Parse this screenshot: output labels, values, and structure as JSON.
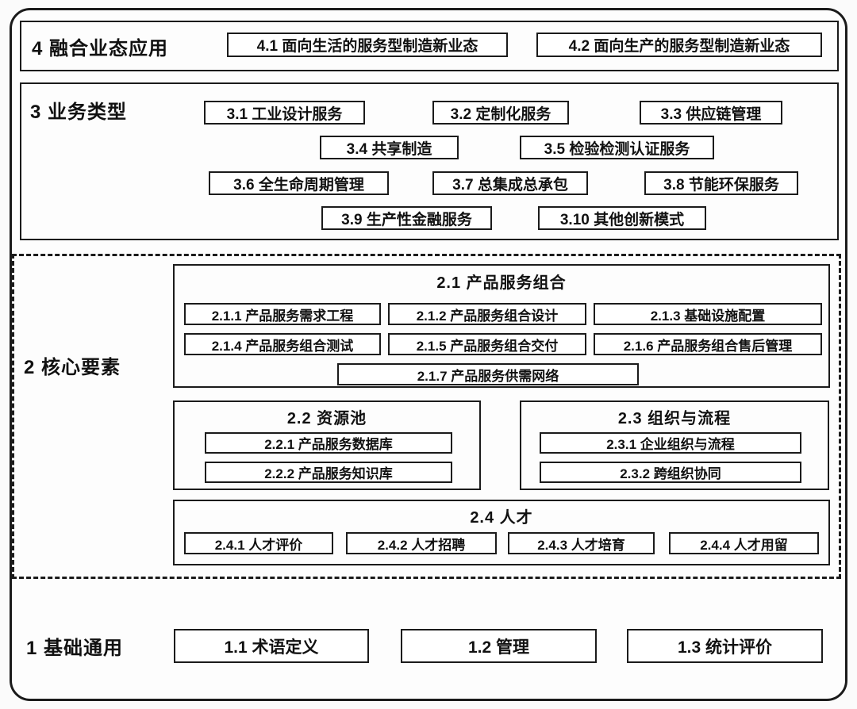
{
  "colors": {
    "border": "#1b1b1b",
    "background": "#fbfbfb",
    "box_fill": "#ffffff"
  },
  "sections": {
    "s4": {
      "label": "4  融合业态应用",
      "items": [
        "4.1 面向生活的服务型制造新业态",
        "4.2 面向生产的服务型制造新业态"
      ]
    },
    "s3": {
      "label": "3  业务类型",
      "items": [
        "3.1 工业设计服务",
        "3.2 定制化服务",
        "3.3 供应链管理",
        "3.4 共享制造",
        "3.5 检验检测认证服务",
        "3.6 全生命周期管理",
        "3.7 总集成总承包",
        "3.8 节能环保服务",
        "3.9 生产性金融服务",
        "3.10 其他创新模式"
      ]
    },
    "s2": {
      "label": "2  核心要素",
      "g21": {
        "title": "2.1  产品服务组合",
        "items": [
          "2.1.1 产品服务需求工程",
          "2.1.2 产品服务组合设计",
          "2.1.3 基础设施配置",
          "2.1.4 产品服务组合测试",
          "2.1.5 产品服务组合交付",
          "2.1.6 产品服务组合售后管理",
          "2.1.7 产品服务供需网络"
        ]
      },
      "g22": {
        "title": "2.2  资源池",
        "items": [
          "2.2.1 产品服务数据库",
          "2.2.2 产品服务知识库"
        ]
      },
      "g23": {
        "title": "2.3  组织与流程",
        "items": [
          "2.3.1 企业组织与流程",
          "2.3.2 跨组织协同"
        ]
      },
      "g24": {
        "title": "2.4  人才",
        "items": [
          "2.4.1 人才评价",
          "2.4.2 人才招聘",
          "2.4.3 人才培育",
          "2.4.4 人才用留"
        ]
      }
    },
    "s1": {
      "label": "1 基础通用",
      "items": [
        "1.1 术语定义",
        "1.2 管理",
        "1.3 统计评价"
      ]
    }
  }
}
